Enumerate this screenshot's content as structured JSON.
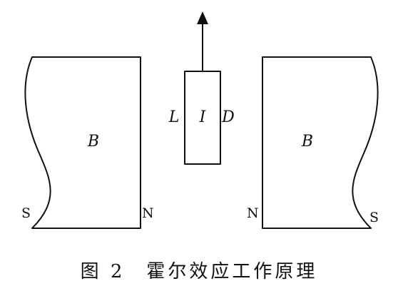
{
  "diagram": {
    "left_magnet": {
      "field_label": "B",
      "pole_outer": "S",
      "pole_inner": "N"
    },
    "right_magnet": {
      "field_label": "B",
      "pole_outer": "S",
      "pole_inner": "N"
    },
    "conductor": {
      "left_label": "L",
      "center_label": "I",
      "right_label": "D"
    }
  },
  "caption": "图 2　霍尔效应工作原理"
}
